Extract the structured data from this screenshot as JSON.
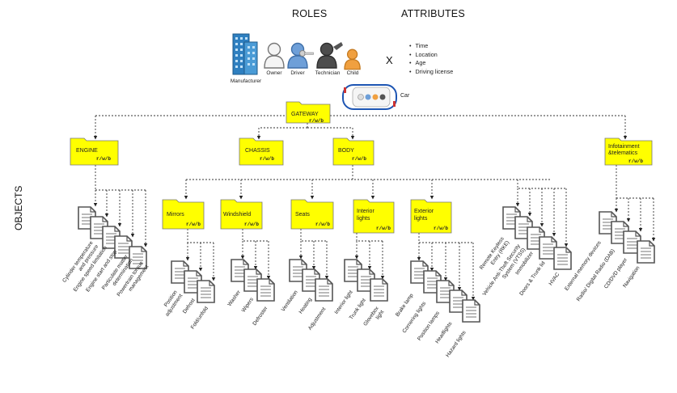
{
  "headings": {
    "roles": "ROLES",
    "attributes": "ATTRIBUTES",
    "objects": "OBJECTS"
  },
  "roles": [
    "Manufacturer",
    "Owner",
    "Driver",
    "Technician",
    "Child"
  ],
  "cross": "X",
  "attributes": [
    "Time",
    "Location",
    "Age",
    "Driving license"
  ],
  "car_label": "Car",
  "gateway": {
    "title": "GATEWAY",
    "rwb": "r/w/b"
  },
  "groups": {
    "engine": {
      "title": "ENGINE",
      "rwb": "r/w/b",
      "items": [
        "Cylinder temperature and pressure",
        "Engine speed limitation",
        "Engine start and stop",
        "Particulate matter determination",
        "Powertrain torque management"
      ]
    },
    "chassis": {
      "title": "CHASSIS",
      "rwb": "r/w/b"
    },
    "body": {
      "title": "BODY",
      "rwb": "r/w/b",
      "items": [
        "Remote Keyless Entry (RKE)",
        "Vehicle Anti-Theft Security System (VTSS)",
        "Immobilizer",
        "Doors & Trunk lid",
        "HVAC"
      ]
    },
    "infotainment": {
      "title": "Infotainment &telematics",
      "rwb": "r/w/b",
      "items": [
        "External memory devices",
        "Radio/ Digital Radio (DAB)",
        "CD/DVD player",
        "Navigation"
      ]
    }
  },
  "subgroups": {
    "mirrors": {
      "title": "Mirrors",
      "rwb": "r/w/b",
      "items": [
        "Position adjustment",
        "Defrost",
        "Fold/unfold"
      ]
    },
    "windshield": {
      "title": "Windshield",
      "rwb": "r/w/b",
      "items": [
        "Washer",
        "Wipers",
        "Defroster"
      ]
    },
    "seats": {
      "title": "Seats",
      "rwb": "r/w/b",
      "items": [
        "Ventilation",
        "Heating",
        "Adjustment"
      ]
    },
    "interior_lights": {
      "title": "Interior lights",
      "rwb": "r/w/b",
      "items": [
        "Interior light",
        "Trunk light",
        "Glovebox light"
      ]
    },
    "exterior_lights": {
      "title": "Exterior lights",
      "rwb": "r/w/b",
      "items": [
        "Brake lamp",
        "Cornering lights",
        "Position lamps",
        "Headlights",
        "Hazard lights"
      ]
    }
  }
}
